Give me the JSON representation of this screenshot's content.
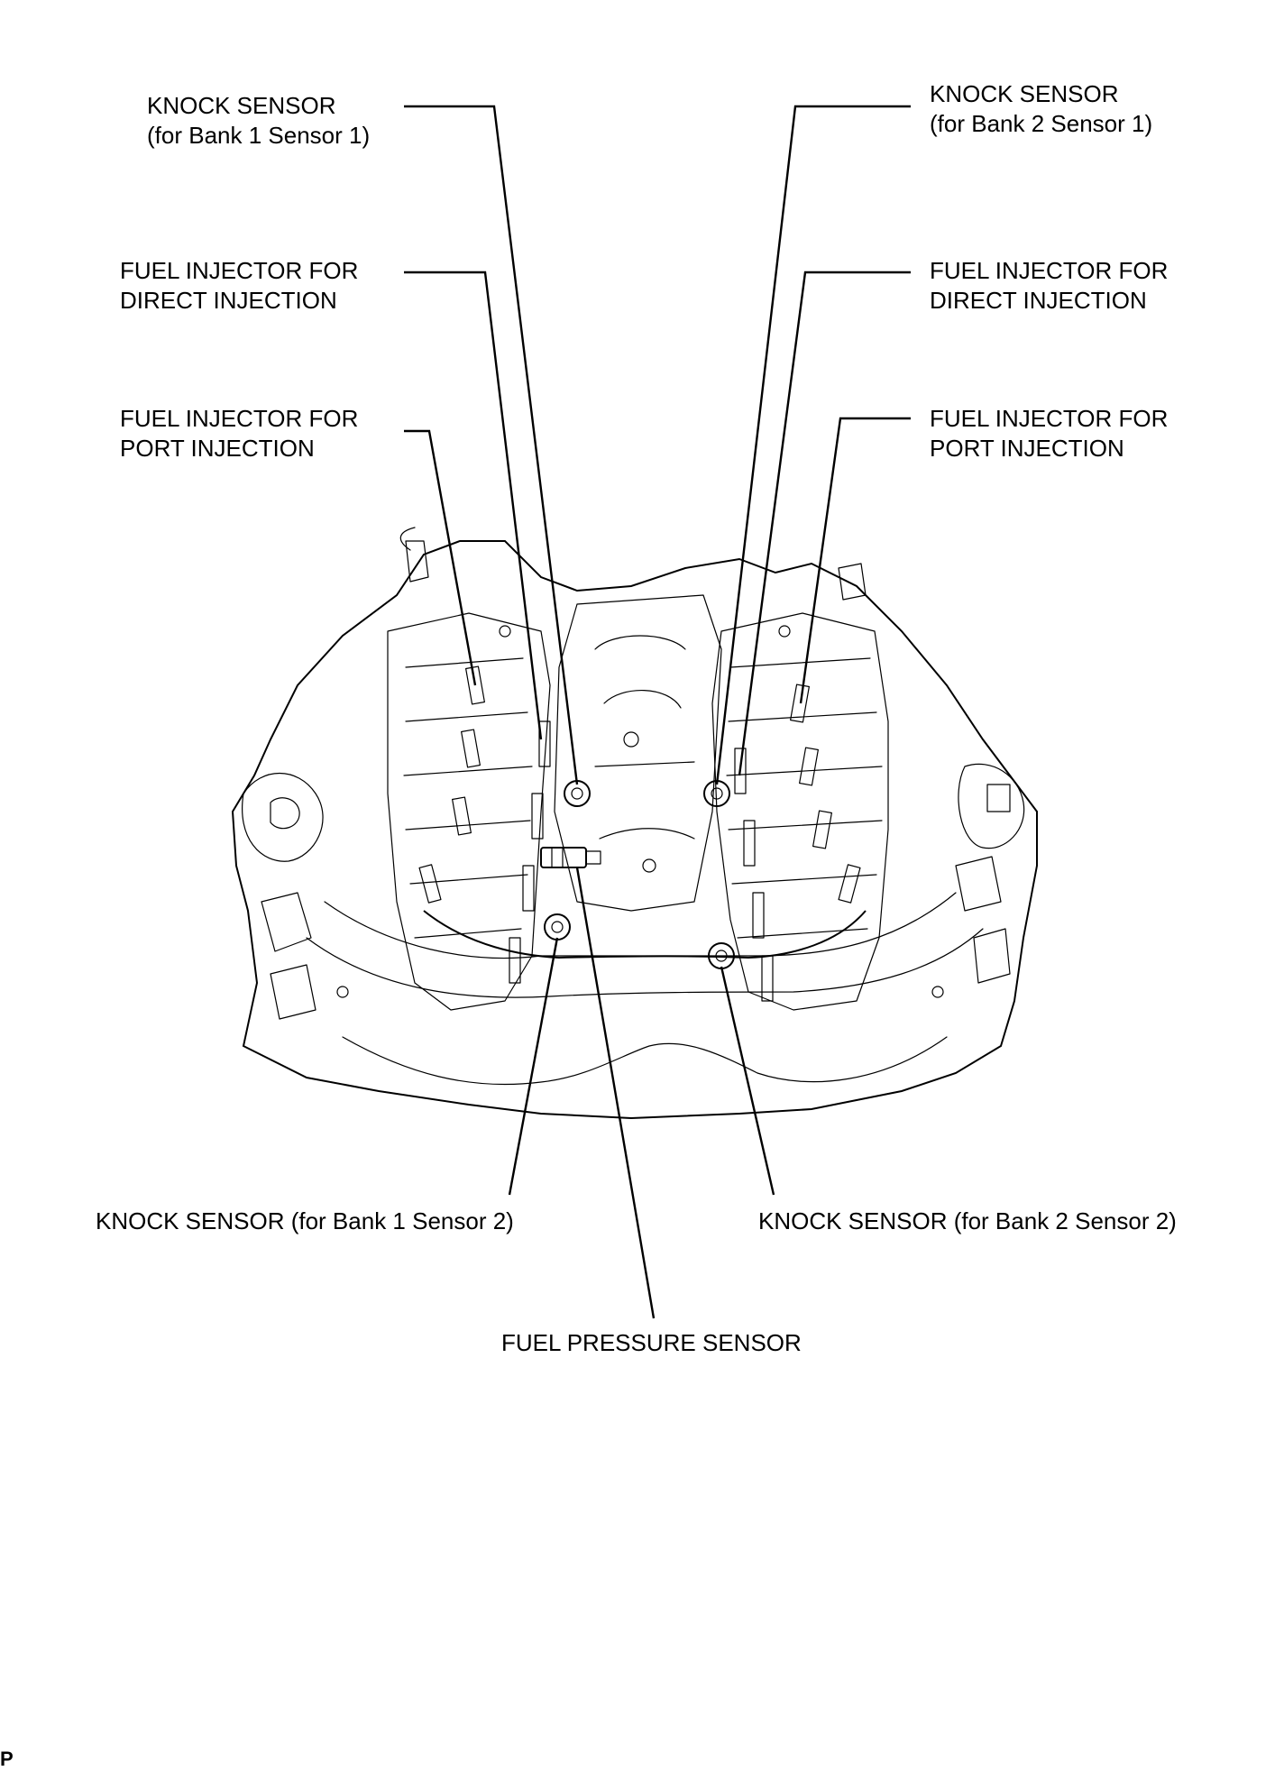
{
  "colors": {
    "ink": "#000000",
    "background": "#ffffff"
  },
  "labels": {
    "knock_b1s1": {
      "line1": "KNOCK SENSOR",
      "line2": "(for Bank 1 Sensor 1)"
    },
    "knock_b2s1": {
      "line1": "KNOCK SENSOR",
      "line2": "(for Bank 2 Sensor 1)"
    },
    "di_left": {
      "line1": "FUEL INJECTOR FOR",
      "line2": "DIRECT INJECTION"
    },
    "di_right": {
      "line1": "FUEL INJECTOR FOR",
      "line2": "DIRECT INJECTION"
    },
    "pi_left": {
      "line1": "FUEL INJECTOR FOR",
      "line2": "PORT INJECTION"
    },
    "pi_right": {
      "line1": "FUEL INJECTOR FOR",
      "line2": "PORT INJECTION"
    },
    "knock_b1s2": "KNOCK SENSOR (for Bank 1 Sensor 2)",
    "knock_b2s2": "KNOCK SENSOR (for Bank 2 Sensor 2)",
    "fuel_pressure": "FUEL PRESSURE SENSOR"
  },
  "footer_mark": "P"
}
